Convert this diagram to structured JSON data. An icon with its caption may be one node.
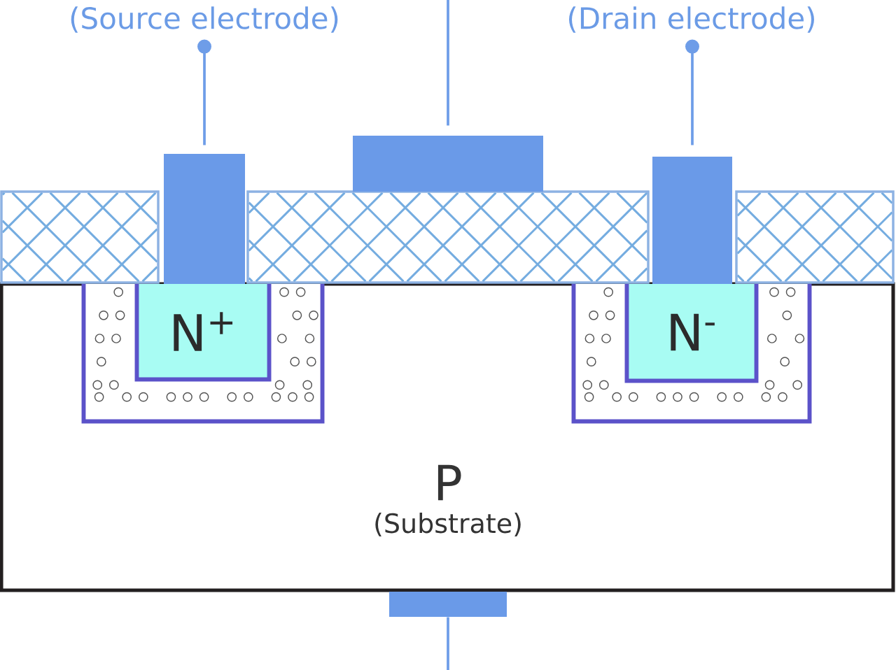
{
  "diagram": {
    "nodes": [
      {
        "text": [
          "(Source electrode)"
        ]
      },
      {
        "text": [
          "(Drain electrode)"
        ]
      },
      {
        "text": [],
        "shape": "box"
      },
      {
        "text": [],
        "shape": "box"
      },
      {
        "text": [],
        "shape": "box"
      },
      {
        "text": [
          "P",
          "(Substrate)"
        ]
      },
      {
        "text": [],
        "shape": "box",
        "in": 5
      },
      {
        "text": [
          "N$^{+}$"
        ],
        "in": 6
      },
      {
        "text": [],
        "shape": "box",
        "in": 5
      },
      {
        "text": [
          "N$^{-}$"
        ],
        "in": 8
      },
      {
        "text": [],
        "shape": "box"
      }
    ],
    "edges": [
      {
        "from": 0,
        "to": 2,
        "arrow": "other"
      },
      {
        "from": 1,
        "to": 4,
        "arrow": "other"
      },
      {
        "from": null,
        "to": 3,
        "arrow": "none"
      },
      {
        "from": 10,
        "to": null,
        "arrow": "none"
      }
    ]
  }
}
